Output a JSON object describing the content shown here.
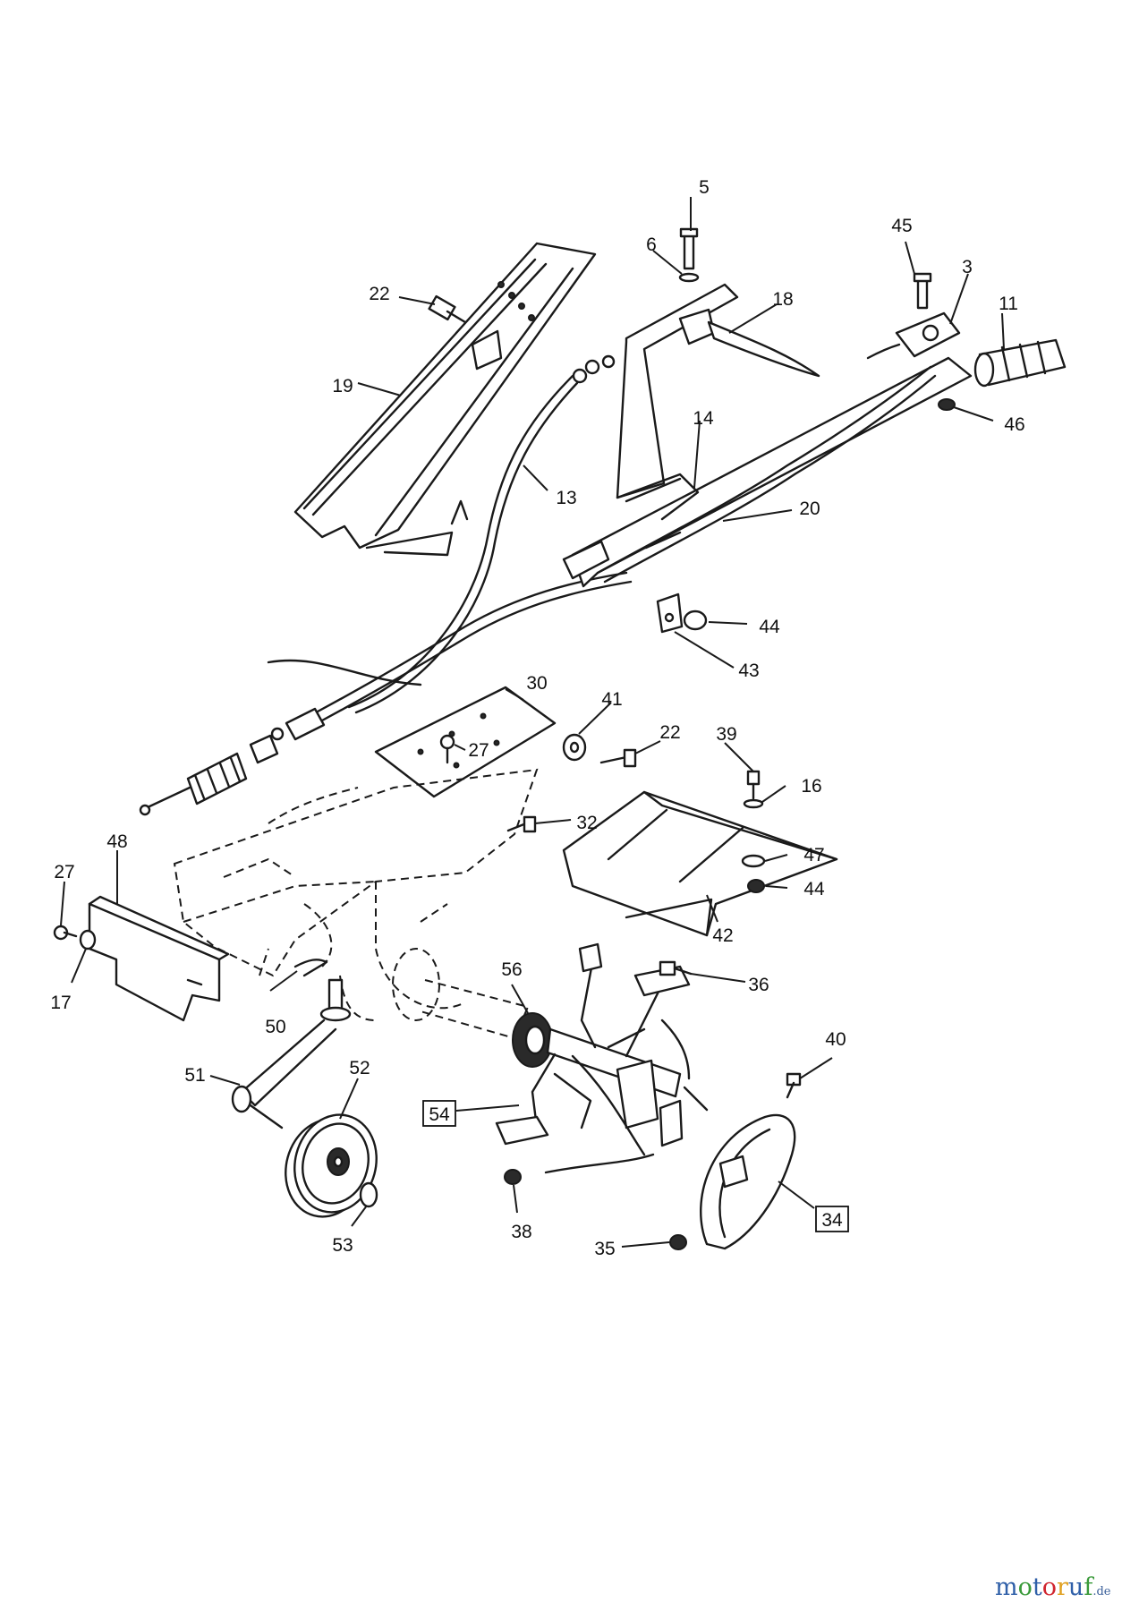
{
  "diagram": {
    "part_labels": {
      "p3": "3",
      "p5": "5",
      "p6": "6",
      "p11": "11",
      "p13": "13",
      "p14": "14",
      "p16": "16",
      "p17": "17",
      "p18": "18",
      "p19": "19",
      "p20": "20",
      "p22a": "22",
      "p22b": "22",
      "p27a": "27",
      "p27b": "27",
      "p30": "30",
      "p32": "32",
      "p34": "34",
      "p35": "35",
      "p36": "36",
      "p38": "38",
      "p39": "39",
      "p40": "40",
      "p41": "41",
      "p42": "42",
      "p43": "43",
      "p44a": "44",
      "p44b": "44",
      "p45": "45",
      "p46": "46",
      "p47": "47",
      "p48": "48",
      "p50": "50",
      "p51": "51",
      "p52": "52",
      "p53": "53",
      "p54": "54",
      "p56": "56"
    }
  },
  "watermark": {
    "letters": [
      "m",
      "o",
      "t",
      "o",
      "r",
      "u",
      "f"
    ],
    "colors": [
      "#2f5fa8",
      "#3a9a3a",
      "#2f5fa8",
      "#d0252f",
      "#e0a020",
      "#2f5fa8",
      "#3a9a3a"
    ],
    "suffix": ".de"
  }
}
